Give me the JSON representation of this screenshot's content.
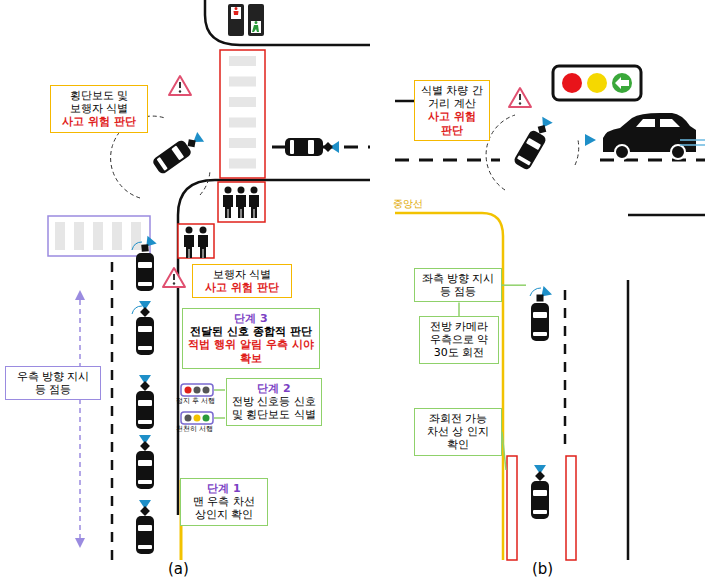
{
  "diagram": {
    "nodes": [
      {
        "text": [
          "횡단보도 및 보행자 식별",
          "사고 위험 판단"
        ]
      },
      {
        "text": [
          "보행자 식별",
          "사고 위험 판단"
        ]
      },
      {
        "text": [
          "단계 3",
          "전달된 신호 종합적 판단",
          "적법 행위 알림 우측 시야 확보"
        ]
      },
      {
        "text": [
          "단계 2",
          "전방 신호등 신호 및 횡단보도 식별"
        ]
      },
      {
        "text": [
          "단계 1",
          "맨 우측 차선 상인지 확인"
        ]
      },
      {
        "text": [
          "우측 방향 지시 등 점등"
        ]
      },
      {
        "text": [
          "식별 차량 간 거리 계산",
          "사고 위험 판단"
        ]
      },
      {
        "text": [
          "좌측 방향 지시 등 점등"
        ]
      },
      {
        "text": [
          "전방 카메라 우측으로 약 30도 회전"
        ]
      },
      {
        "text": [
          "좌회전 가능 차선 상 인지 확인"
        ]
      }
    ],
    "edges": [
      {
        "from": 7,
        "to": 8,
        "arrow": "none"
      }
    ],
    "labels": [
      "정지 후 서행",
      "천천히 서행",
      "중앙선",
      "(a)",
      "(b)"
    ]
  }
}
